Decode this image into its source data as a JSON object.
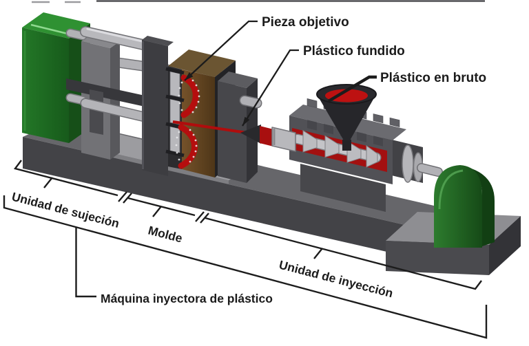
{
  "figure": {
    "type": "labeled-technical-diagram",
    "subject": "plastic injection molding machine",
    "background": "#ffffff",
    "part_labels": [
      {
        "id": "pieza-objetivo",
        "text": "Pieza objetivo"
      },
      {
        "id": "plastico-fundido",
        "text": "Plástico fundido"
      },
      {
        "id": "plastico-en-bruto",
        "text": "Plástico en bruto"
      }
    ],
    "section_labels": [
      {
        "id": "unidad-sujecion",
        "text": "Unidad de sujeción"
      },
      {
        "id": "molde",
        "text": "Molde"
      },
      {
        "id": "unidad-inyeccion",
        "text": "Unidad de inyección"
      }
    ],
    "machine_label": "Máquina inyectora de plástico",
    "colors": {
      "molten_plastic_red": "#b50e0e",
      "machine_green": "#1e6b21",
      "motor_green": "#1b551c",
      "machine_gray": "#515156",
      "base_gray": "#434347",
      "mold_brown": "#6e4c22",
      "steel_silver": "#b8b8bc",
      "annotation_black": "#1c1c1c"
    }
  }
}
